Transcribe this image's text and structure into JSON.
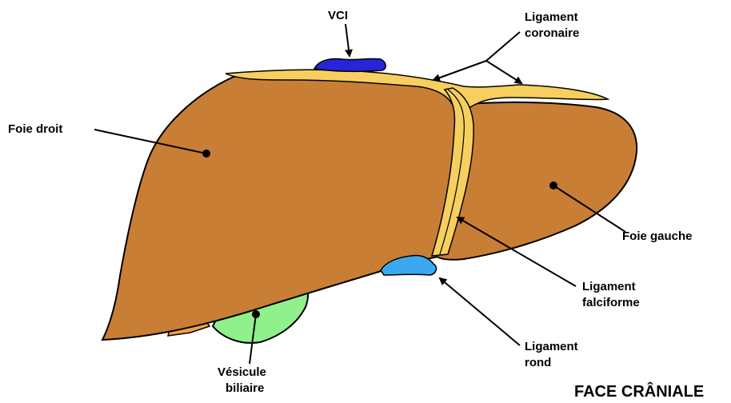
{
  "colors": {
    "liver": "#c97e35",
    "ligament": "#f6cf5e",
    "vci": "#2a24d8",
    "round_ligament": "#39a8ee",
    "gallbladder": "#8ff08c",
    "gallbladder_fundus": "#f0a048",
    "outline": "#000000"
  },
  "labels": {
    "vci": "VCI",
    "coronary_line1": "Ligament",
    "coronary_line2": "coronaire",
    "right_lobe": "Foie droit",
    "left_lobe": "Foie gauche",
    "falciform_line1": "Ligament",
    "falciform_line2": "falciforme",
    "round_line1": "Ligament",
    "round_line2": "rond",
    "gallbladder_line1": "Vésicule",
    "gallbladder_line2": "biliaire"
  },
  "title": "FACE CRÂNIALE"
}
